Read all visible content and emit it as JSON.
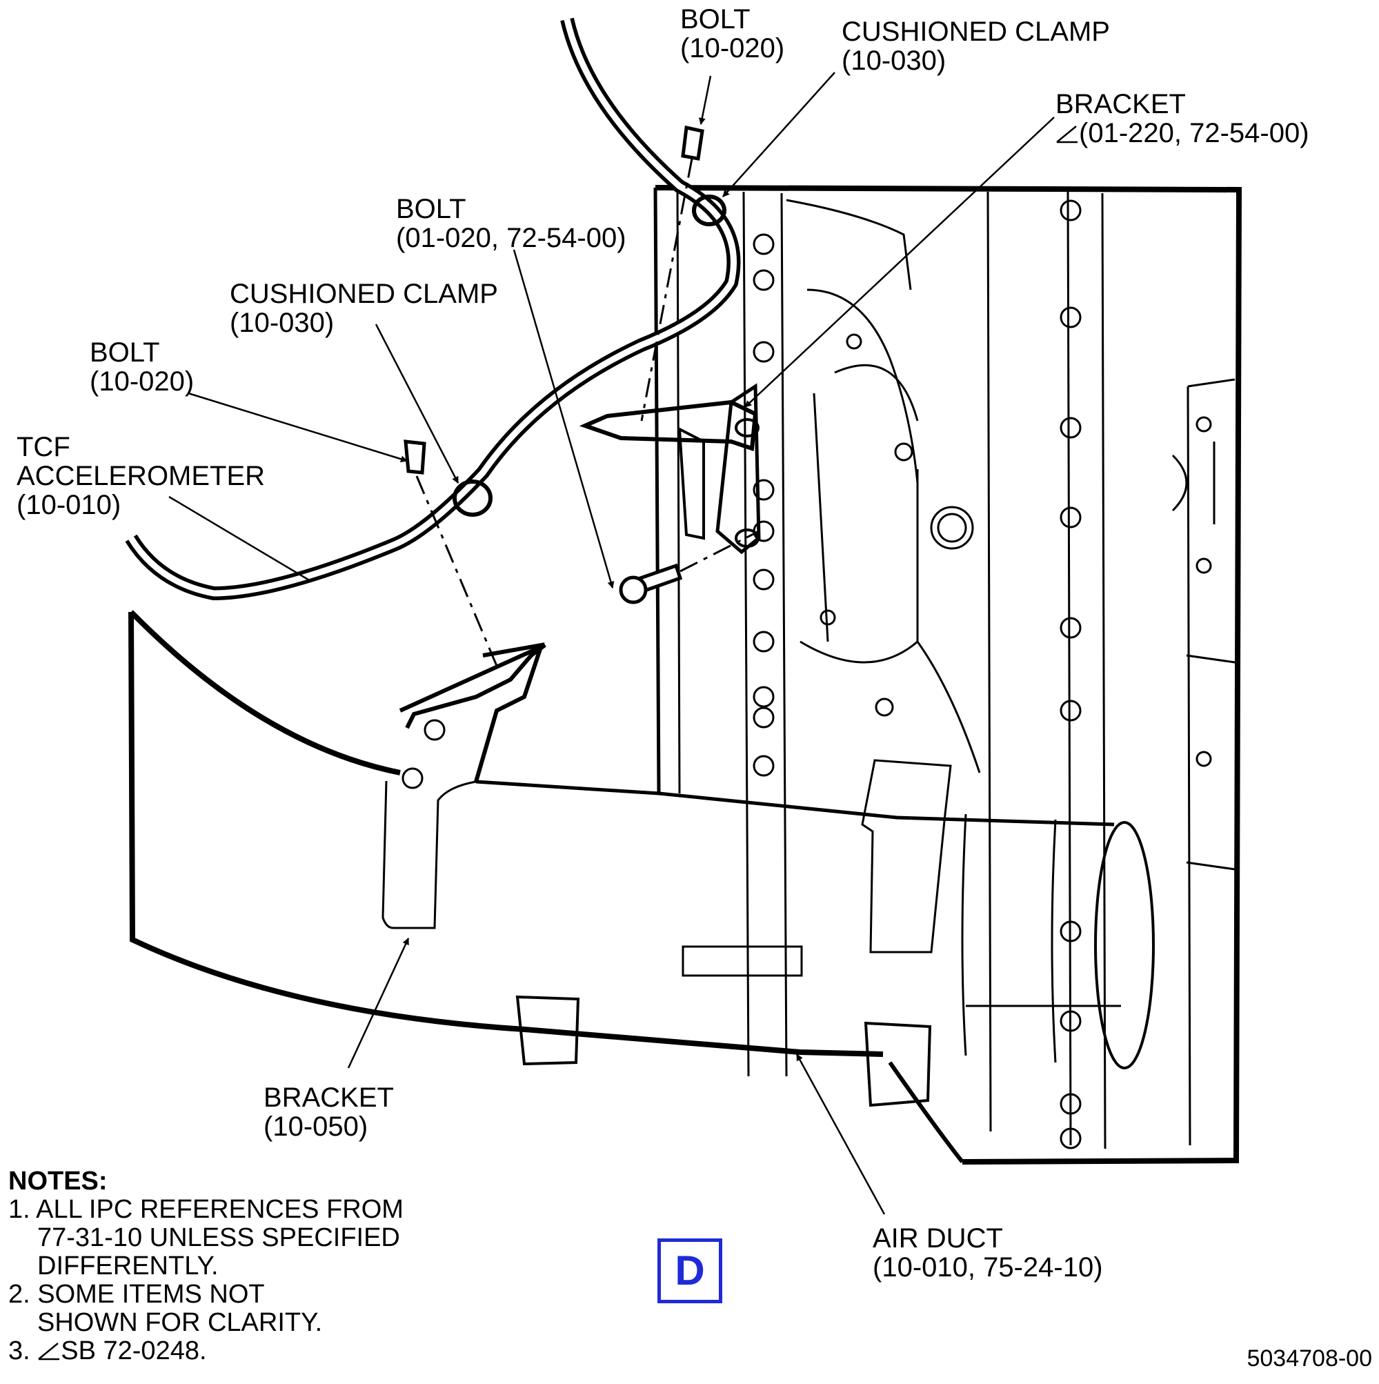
{
  "callouts": {
    "bolt_top": {
      "name": "BOLT",
      "ref": "(10-020)"
    },
    "clamp_top": {
      "name": "CUSHIONED CLAMP",
      "ref": "(10-030)"
    },
    "bracket_top": {
      "name": "BRACKET",
      "ref": "(01-220, 72-54-00)"
    },
    "bolt_mid": {
      "name": "BOLT",
      "ref": "(01-020, 72-54-00)"
    },
    "clamp_mid": {
      "name": "CUSHIONED CLAMP",
      "ref": "(10-030)"
    },
    "bolt_left": {
      "name": "BOLT",
      "ref": "(10-020)"
    },
    "accelerometer": {
      "name1": "TCF",
      "name2": "ACCELEROMETER",
      "ref": "(10-010)"
    },
    "bracket_low": {
      "name": "BRACKET",
      "ref": "(10-050)"
    },
    "air_duct": {
      "name": "AIR DUCT",
      "ref": "(10-010, 75-24-10)"
    }
  },
  "notes": {
    "heading": "NOTES:",
    "n1a": "1. ALL IPC REFERENCES FROM",
    "n1b": "77-31-10 UNLESS SPECIFIED",
    "n1c": "DIFFERENTLY.",
    "n2a": "2. SOME ITEMS NOT",
    "n2b": "SHOWN FOR CLARITY.",
    "n3": "3.",
    "n3_text": "SB 72-0248."
  },
  "view_label": "D",
  "figure_number": "5034708-00",
  "colors": {
    "line": "#000000",
    "view_label": "#1f2bd6"
  }
}
